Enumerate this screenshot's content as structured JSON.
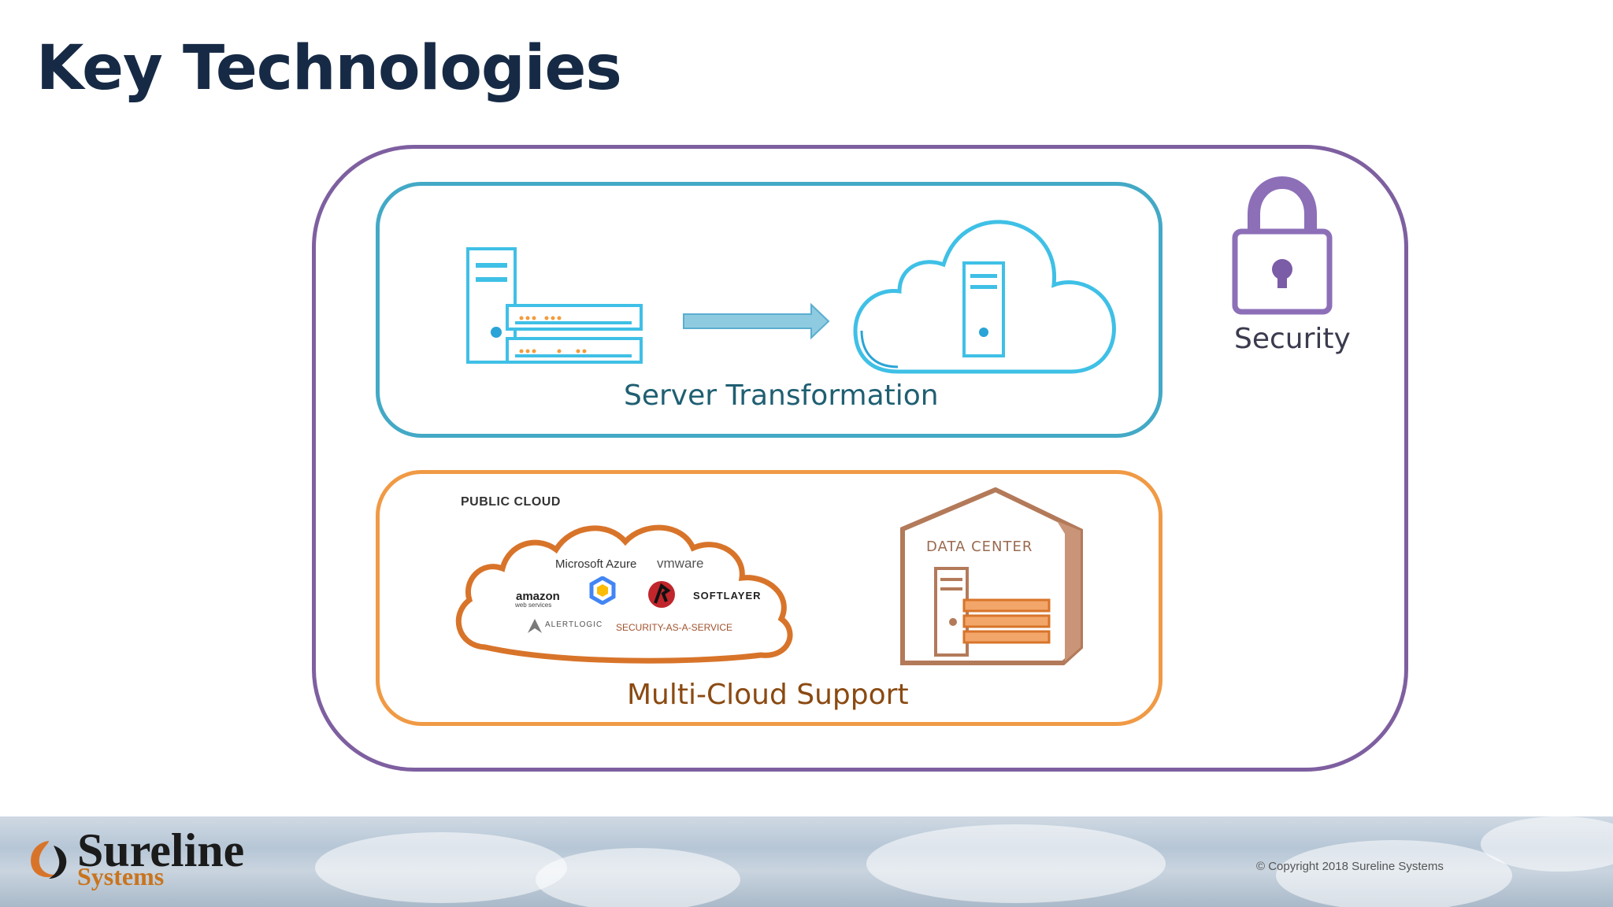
{
  "slide": {
    "title": "Key Technologies"
  },
  "diagram": {
    "server_transformation_label": "Server Transformation",
    "multi_cloud_label": "Multi-Cloud Support",
    "security_label": "Security",
    "public_cloud_label": "PUBLIC CLOUD",
    "data_center_label": "DATA CENTER",
    "cloud_logos": {
      "microsoft": "Microsoft Azure",
      "vmware": "vmware",
      "amazon": "amazon",
      "amazon_sub": "web services",
      "softlayer": "SOFTLAYER",
      "alertlogic": "ALERTLOGIC",
      "saas": "SECURITY-AS-A-SERVICE"
    }
  },
  "footer": {
    "brand": "Sureline",
    "brand_sub": "Systems",
    "copyright": "© Copyright 2018 Sureline Systems"
  },
  "colors": {
    "outer_border": "#7e5fa0",
    "server_box": "#43a9c6",
    "cloud_box": "#f09a45",
    "title": "#172a45"
  }
}
